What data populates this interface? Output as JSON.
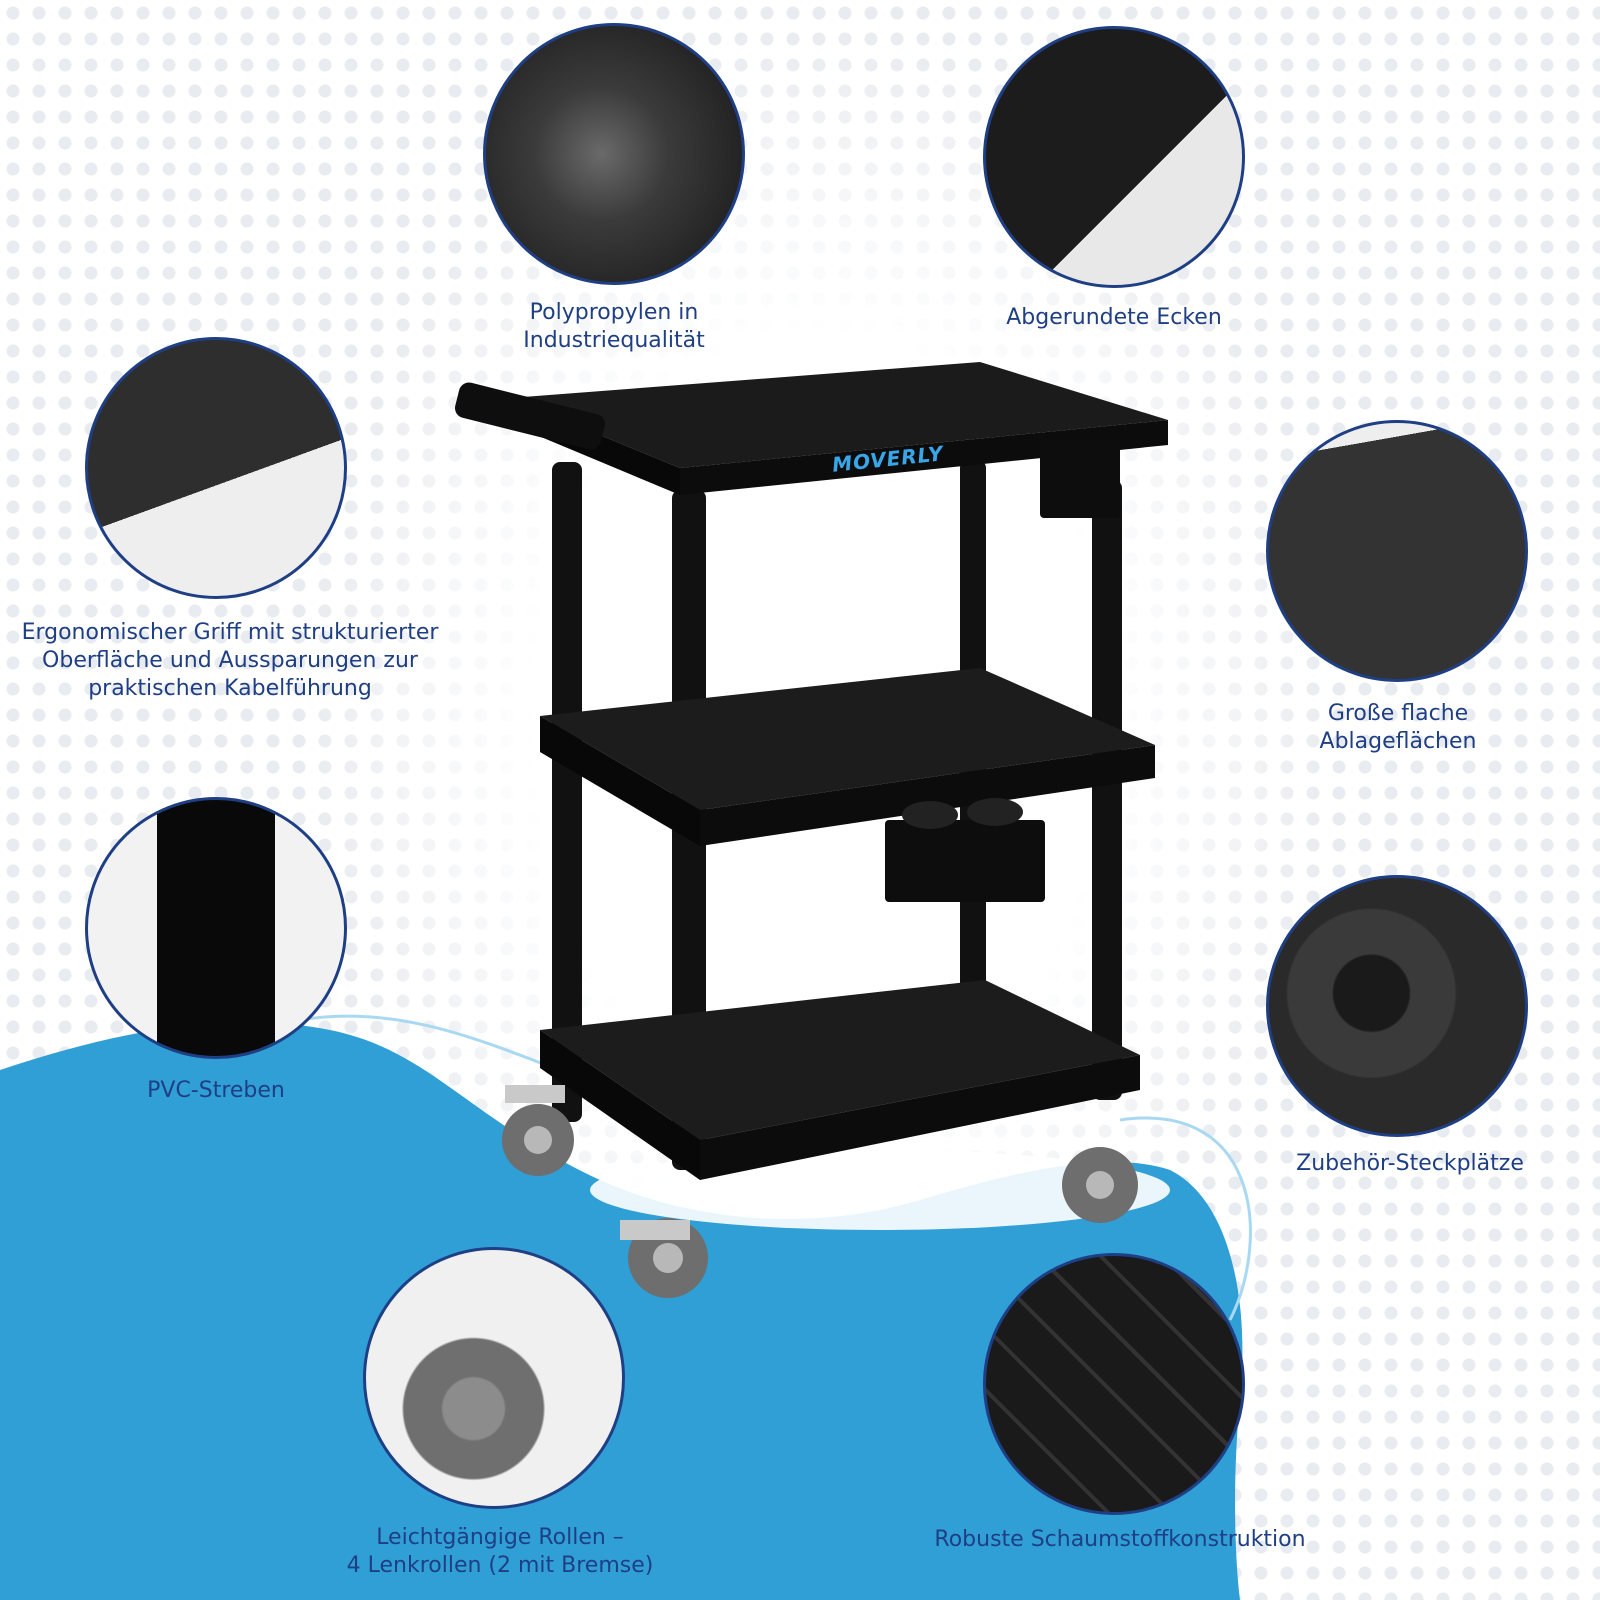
{
  "brand": "MOVERLY",
  "colors": {
    "label_blue": "#1f3f85",
    "wave_blue": "#2f9fd6",
    "ring_blue": "#1f3f85"
  },
  "features": [
    {
      "id": "material",
      "lines": [
        "Polypropylen in",
        "Industriequalität"
      ]
    },
    {
      "id": "corners",
      "lines": [
        "Abgerundete Ecken"
      ]
    },
    {
      "id": "handle",
      "lines": [
        "Ergonomischer Griff mit strukturierter",
        "Oberfläche und Aussparungen zur",
        "praktischen Kabelführung"
      ]
    },
    {
      "id": "surfaces",
      "lines": [
        "Große flache",
        "Ablageflächen"
      ]
    },
    {
      "id": "struts",
      "lines": [
        "PVC-Streben"
      ]
    },
    {
      "id": "slots",
      "lines": [
        "Zubehör-Steckplätze"
      ]
    },
    {
      "id": "wheels",
      "lines": [
        "Leichtgängige Rollen –",
        "4 Lenkrollen (2 mit Bremse)"
      ]
    },
    {
      "id": "foam",
      "lines": [
        "Robuste Schaumstoffkonstruktion"
      ]
    }
  ]
}
